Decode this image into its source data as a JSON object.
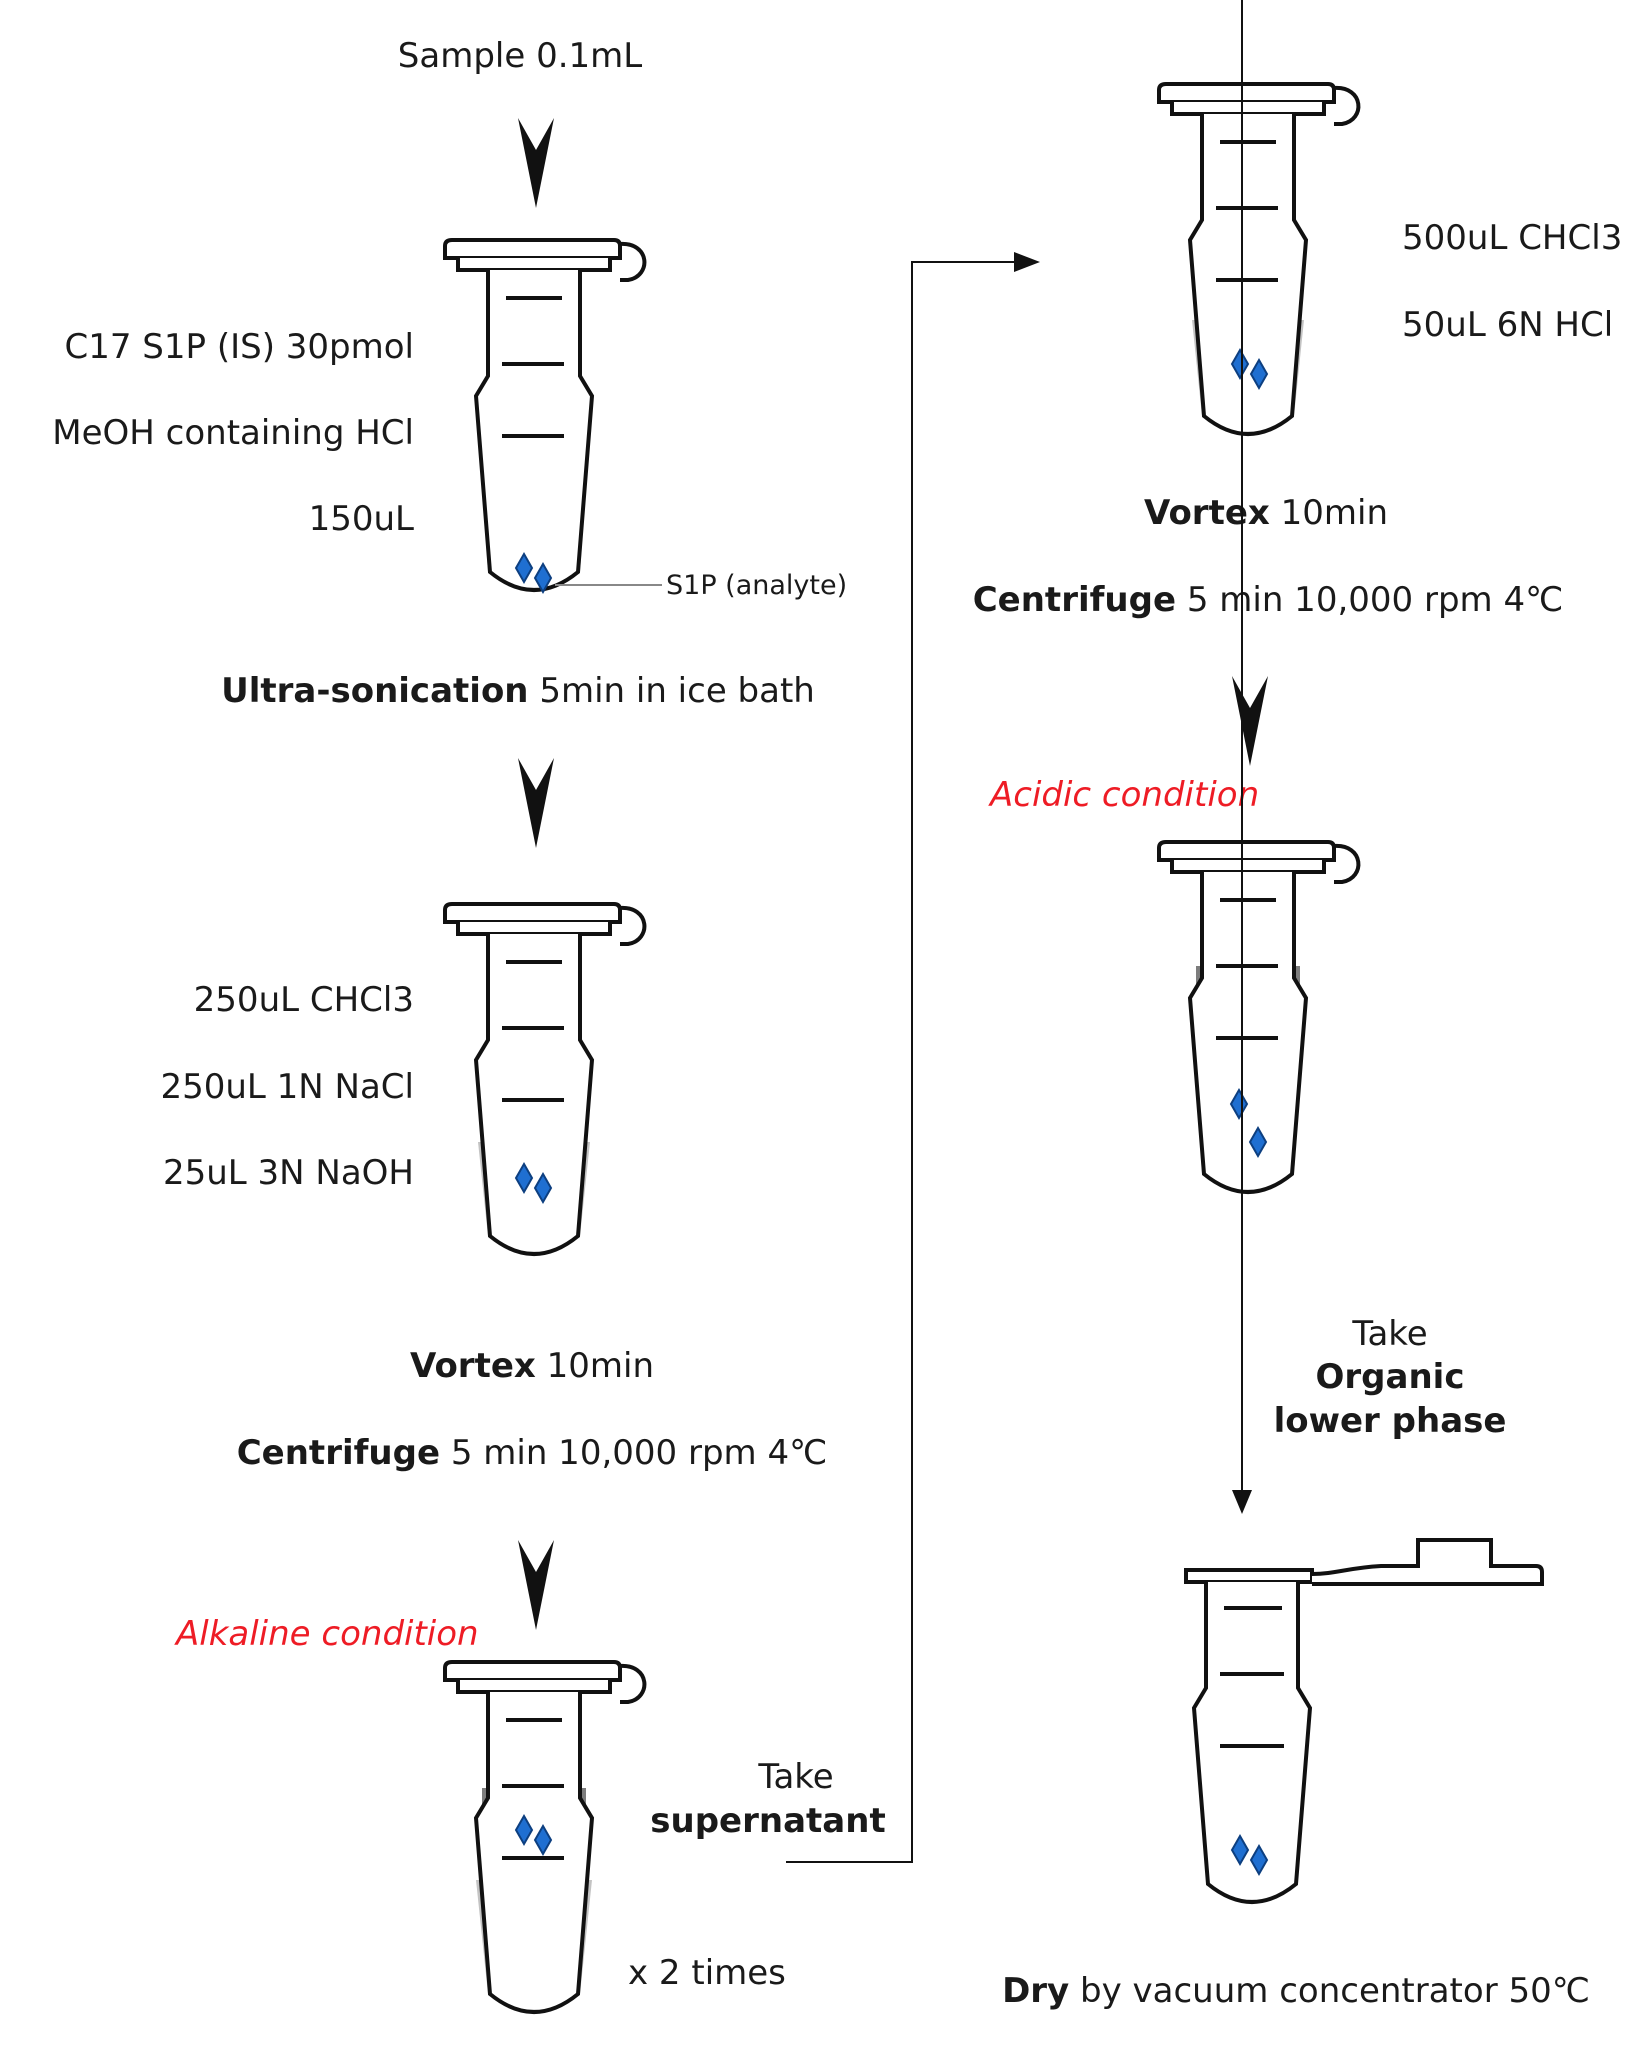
{
  "colors": {
    "alkaline": "#ee1c25",
    "acidic": "#ee1c25",
    "liquid_light": "#c3c3c3",
    "liquid_dark": "#7d7d7d",
    "analyte_marker": "#1f6fd1"
  },
  "left_column": {
    "sample": "Sample 0.1mL",
    "step1": {
      "line1": "C17 S1P (IS) 30pmol",
      "line2": "MeOH containing HCl",
      "line3": "150uL",
      "analyte_callout": "S1P (analyte)"
    },
    "sonication": {
      "bold": "Ultra-sonication",
      "rest": " 5min in ice bath"
    },
    "step2": {
      "line1": "250uL CHCl3",
      "line2": "250uL 1N NaCl",
      "line3": "25uL 3N NaOH"
    },
    "vortex": {
      "bold": "Vortex",
      "rest": " 10min"
    },
    "centrifuge": {
      "bold": "Centrifuge",
      "rest": " 5 min 10,000 rpm 4℃"
    },
    "condition": "Alkaline condition",
    "repeat": "x  2 times"
  },
  "transfer": {
    "line1": "Take",
    "line2": "supernatant"
  },
  "right_column": {
    "step3": {
      "line1": "500uL CHCl3",
      "line2": "50uL 6N HCl"
    },
    "vortex": {
      "bold": "Vortex",
      "rest": " 10min"
    },
    "centrifuge": {
      "bold": "Centrifuge",
      "rest": " 5 min 10,000 rpm 4℃"
    },
    "condition": "Acidic condition",
    "take": {
      "line1": "Take",
      "line2": "Organic",
      "line3": "lower phase"
    },
    "dry": {
      "bold": "Dry",
      "rest": " by vacuum concentrator 50℃"
    }
  },
  "icons": [
    "down-chevron-arrow",
    "microtube-icon",
    "analyte-diamond-icon",
    "elbow-arrow",
    "down-arrow"
  ]
}
